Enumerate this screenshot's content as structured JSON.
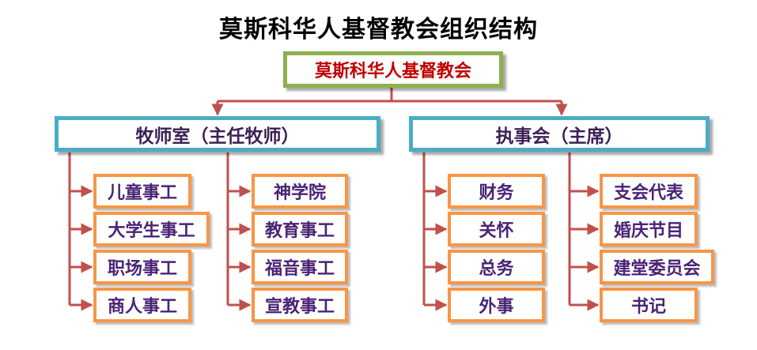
{
  "title": "莫斯科华人基督教会组织结构",
  "root": {
    "label": "莫斯科华人基督教会"
  },
  "departments": [
    {
      "label": "牧师室（主任牧师）",
      "columns": [
        [
          "儿童事工",
          "大学生事工",
          "职场事工",
          "商人事工"
        ],
        [
          "神学院",
          "教育事工",
          "福音事工",
          "宣教事工"
        ]
      ]
    },
    {
      "label": "执事会（主席）",
      "columns": [
        [
          "财务",
          "关怀",
          "总务",
          "外事"
        ],
        [
          "支会代表",
          "婚庆节目",
          "建堂委员会",
          "书记"
        ]
      ]
    }
  ],
  "colors": {
    "connector": "#c0504d",
    "root_border": "#8fb04c",
    "root_text": "#c00000",
    "dept_border": "#4bacc6",
    "leaf_border": "#f79646",
    "leaf_text": "#4a2375"
  }
}
